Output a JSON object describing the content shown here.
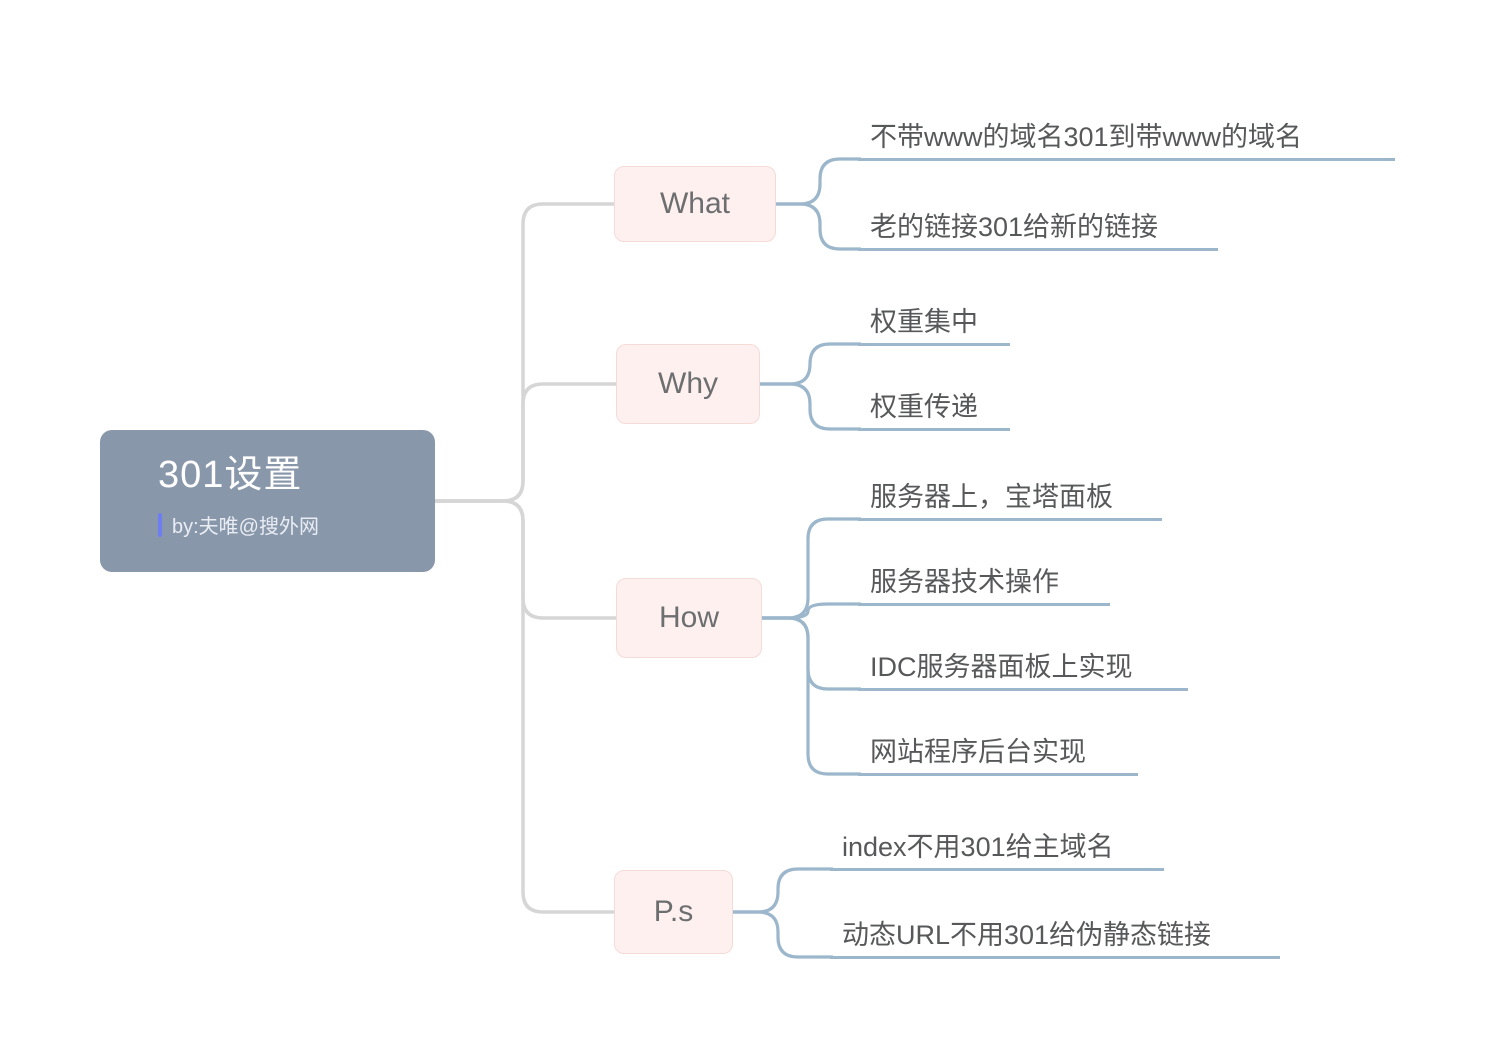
{
  "root": {
    "title": "301设置",
    "byline": "by:夫唯@搜外网"
  },
  "branches": [
    {
      "label": "What",
      "leaves": [
        {
          "text": "不带www的域名301到带www的域名"
        },
        {
          "text": "老的链接301给新的链接"
        }
      ]
    },
    {
      "label": "Why",
      "leaves": [
        {
          "text": "权重集中"
        },
        {
          "text": "权重传递"
        }
      ]
    },
    {
      "label": "How",
      "leaves": [
        {
          "text": "服务器上，宝塔面板"
        },
        {
          "text": "服务器技术操作"
        },
        {
          "text": "IDC服务器面板上实现"
        },
        {
          "text": "网站程序后台实现"
        }
      ]
    },
    {
      "label": "P.s",
      "leaves": [
        {
          "text": "index不用301给主域名"
        },
        {
          "text": "动态URL不用301给伪静态链接"
        }
      ]
    }
  ],
  "colors": {
    "root_bg": "#8997ab",
    "root_text": "#ffffff",
    "byline_accent_bar": "#6e7ef2",
    "branch_bg": "#fdf0ef",
    "branch_border": "#f5dbd8",
    "branch_text": "#6d6e70",
    "leaf_text": "#57585a",
    "connector_root": "#d6d6d6",
    "connector_leaf": "#9cb6cc"
  }
}
